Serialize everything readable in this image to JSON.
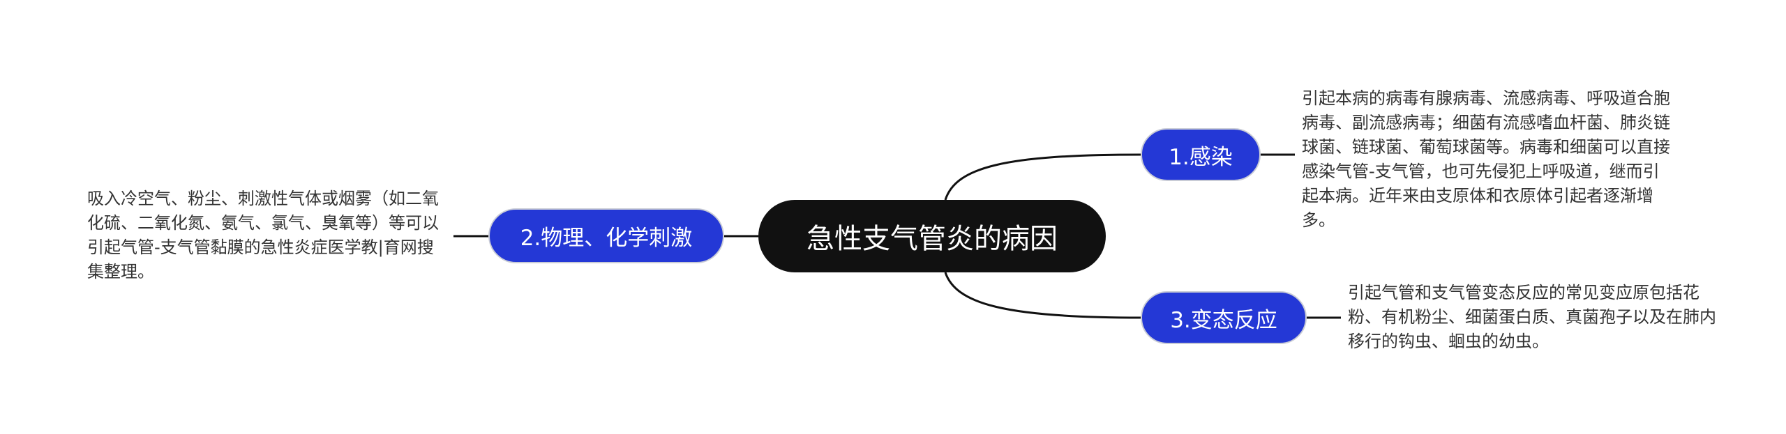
{
  "colors": {
    "root_bg": "#111111",
    "branch_bg": "#2438d6",
    "line": "#111111",
    "text": "#333333"
  },
  "mindmap": {
    "root": {
      "label": "急性支气管炎的病因"
    },
    "branches": [
      {
        "label": "1.感染",
        "note": "引起本病的病毒有腺病毒、流感病毒、呼吸道合胞病毒、副流感病毒；细菌有流感嗜血杆菌、肺炎链球菌、链球菌、葡萄球菌等。病毒和细菌可以直接感染气管-支气管，也可先侵犯上呼吸道，继而引起本病。近年来由支原体和衣原体引起者逐渐增多。"
      },
      {
        "label": "2.物理、化学刺激",
        "note": "吸入冷空气、粉尘、刺激性气体或烟雾（如二氧化硫、二氧化氮、氨气、氯气、臭氧等）等可以引起气管-支气管黏膜的急性炎症医学教|育网搜集整理。"
      },
      {
        "label": "3.变态反应",
        "note": "引起气管和支气管变态反应的常见变应原包括花粉、有机粉尘、细菌蛋白质、真菌孢子以及在肺内移行的钩虫、蛔虫的幼虫。"
      }
    ]
  }
}
